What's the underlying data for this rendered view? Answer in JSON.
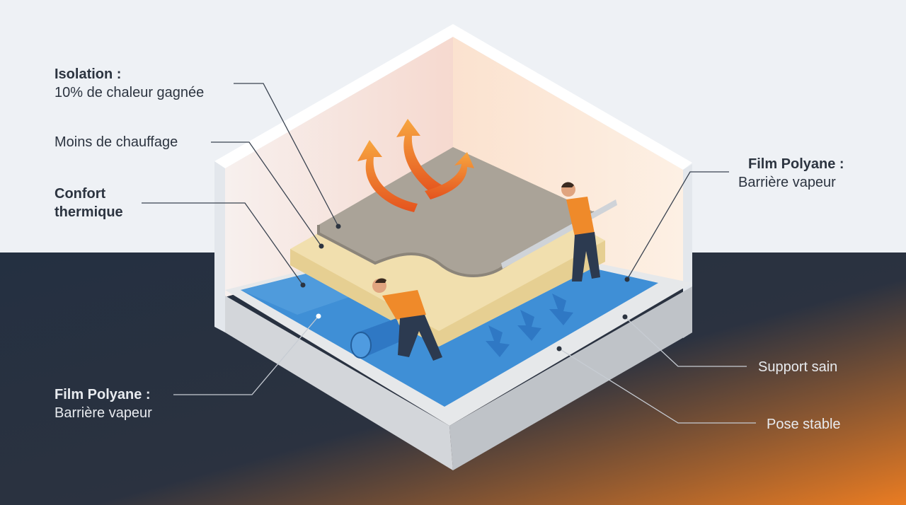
{
  "labels": {
    "isolation": {
      "title": "Isolation :",
      "text": "10% de chaleur gagnée"
    },
    "moins_chauffage": {
      "text": "Moins de chauffage"
    },
    "confort": {
      "title_line1": "Confort",
      "title_line2": "thermique"
    },
    "film_left": {
      "title": "Film Polyane :",
      "text": "Barrière vapeur"
    },
    "film_right": {
      "title": "Film Polyane :",
      "text": "Barrière vapeur"
    },
    "support": {
      "text": "Support sain"
    },
    "pose": {
      "text": "Pose stable"
    }
  },
  "colors": {
    "background_top": "#eef1f5",
    "background_bottom": "#263242",
    "accent_orange": "#e8782a",
    "film_blue": "#3f8fd6",
    "insulation_beige": "#f1dfae",
    "screed_grey": "#a9a297",
    "concrete": "#d7d9dc"
  }
}
